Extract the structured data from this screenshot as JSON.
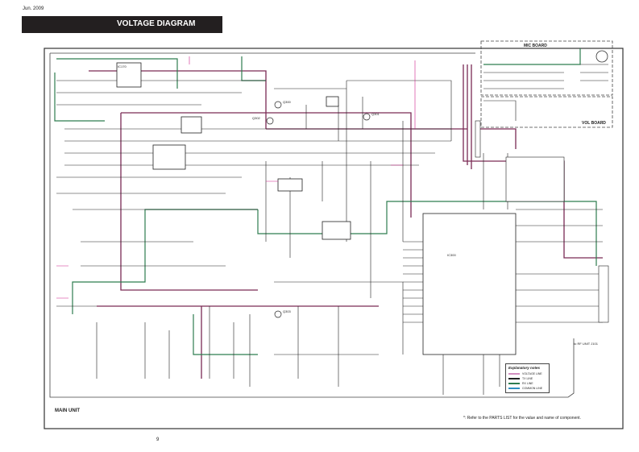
{
  "header": {
    "date": "Jun. 2009",
    "title": "VOLTAGE DIAGRAM"
  },
  "diagram": {
    "main_unit_label": "MAIN UNIT",
    "mic_board_label": "MIC BOARD",
    "vol_board_label": "VOL BOARD",
    "rf_unit_label": "to RF UNIT J101",
    "components": {
      "ic170": "IC170",
      "ic300": "IC300",
      "q300": "Q300",
      "q301": "Q301",
      "q302": "Q302",
      "q303": "Q303"
    },
    "colors": {
      "voltage_line": "#c77fb0",
      "tx_line": "#222222",
      "rx_line": "#2e7d4f",
      "common_line": "#2f8fc0",
      "wire": "#222222",
      "power_trace": "#7a2a55"
    }
  },
  "legend": {
    "title": "Explanatory notes",
    "items": [
      {
        "label": "VOLTAGE LINE",
        "color": "#d38fc0"
      },
      {
        "label": "TX LINE",
        "color": "#222222"
      },
      {
        "label": "RX LINE",
        "color": "#2e7d4f"
      },
      {
        "label": "COMMON LINE",
        "color": "#2f8fc0"
      }
    ]
  },
  "footnote": "*: Refer to the PARTS LIST for the value and name of component.",
  "page_number": "9"
}
